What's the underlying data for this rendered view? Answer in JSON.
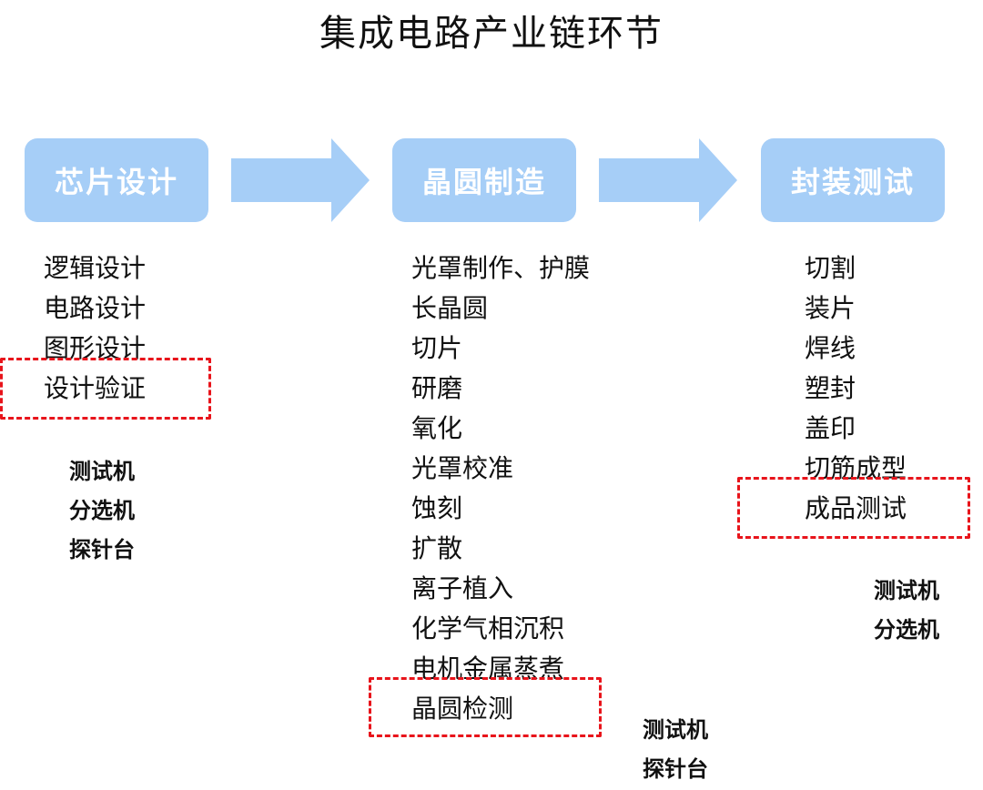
{
  "title": "集成电路产业链环节",
  "colors": {
    "stage_fill": "#a6cef7",
    "arrow_fill": "#a6cef7",
    "highlight": "#e8141b"
  },
  "stages": [
    {
      "label": "芯片设计",
      "steps": [
        "逻辑设计",
        "电路设计",
        "图形设计",
        "设计验证"
      ],
      "highlighted_step": "设计验证",
      "equipment": [
        "测试机",
        "分选机",
        "探针台"
      ]
    },
    {
      "label": "晶圆制造",
      "steps": [
        "光罩制作、护膜",
        "长晶圆",
        "切片",
        "研磨",
        "氧化",
        "光罩校准",
        "蚀刻",
        "扩散",
        "离子植入",
        "化学气相沉积",
        "电机金属蒸煮",
        "晶圆检测"
      ],
      "highlighted_step": "晶圆检测",
      "equipment": [
        "测试机",
        "探针台"
      ]
    },
    {
      "label": "封装测试",
      "steps": [
        "切割",
        "装片",
        "焊线",
        "塑封",
        "盖印",
        "切筋成型",
        "成品测试"
      ],
      "highlighted_step": "成品测试",
      "equipment": [
        "测试机",
        "分选机"
      ]
    }
  ]
}
